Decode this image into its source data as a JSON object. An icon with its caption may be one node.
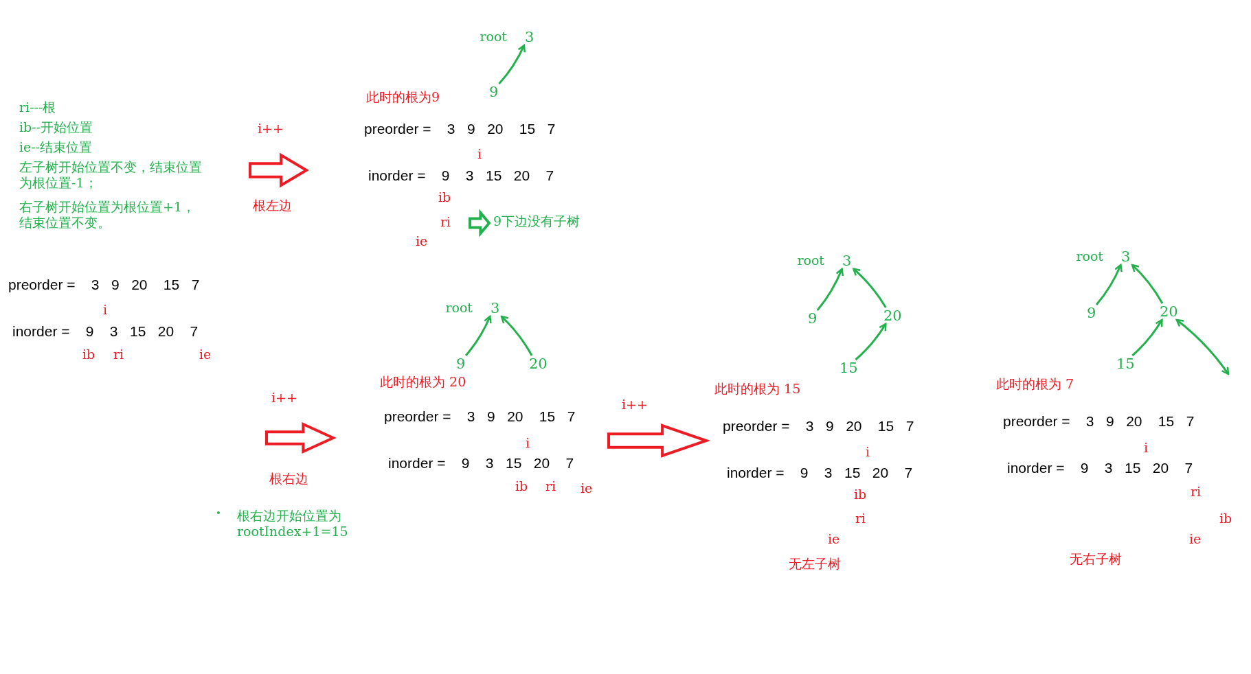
{
  "diagram": {
    "nodes": [
      {
        "text": [
          "3"
        ],
        "beside": [
          "root"
        ]
      },
      {
        "text": [
          "9"
        ]
      },
      {
        "text": [
          "3"
        ],
        "beside": [
          "root"
        ]
      },
      {
        "text": [
          "9"
        ]
      },
      {
        "text": [
          "20"
        ]
      },
      {
        "text": [
          "3"
        ],
        "beside": [
          "root"
        ]
      },
      {
        "text": [
          "9"
        ]
      },
      {
        "text": [
          "20"
        ]
      },
      {
        "text": [
          "15"
        ]
      },
      {
        "text": [
          "3"
        ],
        "beside": [
          "root"
        ]
      },
      {
        "text": [
          "9"
        ]
      },
      {
        "text": [
          "20"
        ]
      },
      {
        "text": [
          "15"
        ]
      }
    ],
    "edges": [
      {
        "from": 1,
        "to": 0,
        "arrow": "to"
      },
      {
        "from": 3,
        "to": 2,
        "arrow": "to"
      },
      {
        "from": 4,
        "to": 2,
        "arrow": "to"
      },
      {
        "from": 6,
        "to": 5,
        "arrow": "to"
      },
      {
        "from": 7,
        "to": 5,
        "arrow": "to"
      },
      {
        "from": 8,
        "to": 7,
        "arrow": "to"
      },
      {
        "from": 10,
        "to": 9,
        "arrow": "to"
      },
      {
        "from": 11,
        "to": 9,
        "arrow": "to"
      },
      {
        "from": 12,
        "to": 11,
        "arrow": "to"
      },
      {
        "from": null,
        "to": 11,
        "arrow": "both"
      }
    ],
    "labels": [
      "ri---根",
      "ib--开始位置",
      "ie--结束位置",
      "左子树开始位置不变，结束位置为根位置-1；",
      "右子树开始位置为根位置+1，结束位置不变。",
      "preorder =    3   9   20    15   7",
      "i",
      "inorder =    9    3   15   20    7",
      "ib",
      "ri",
      "ie",
      "i++",
      "根左边",
      "此时的根为9",
      "preorder =    3   9   20    15   7",
      "i",
      "inorder =    9    3   15   20    7",
      "ib",
      "ri",
      "ie",
      "9下边没有子树",
      "i++",
      "根右边",
      "根右边开始位置为rootIndex+1=15",
      "此时的根为 20",
      "preorder =    3   9   20    15   7",
      "i",
      "inorder =    9    3   15   20    7",
      "ib",
      "ri",
      "ie",
      "i++",
      "此时的根为 15",
      "preorder =    3   9   20    15   7",
      "i",
      "inorder =    9    3   15   20    7",
      "ib",
      "ri",
      "ie",
      "无左子树",
      "此时的根为 7",
      "preorder =    3   9   20    15   7",
      "i",
      "inorder =    9    3   15   20    7",
      "ri",
      "ib",
      "ie",
      "无右子树"
    ]
  }
}
